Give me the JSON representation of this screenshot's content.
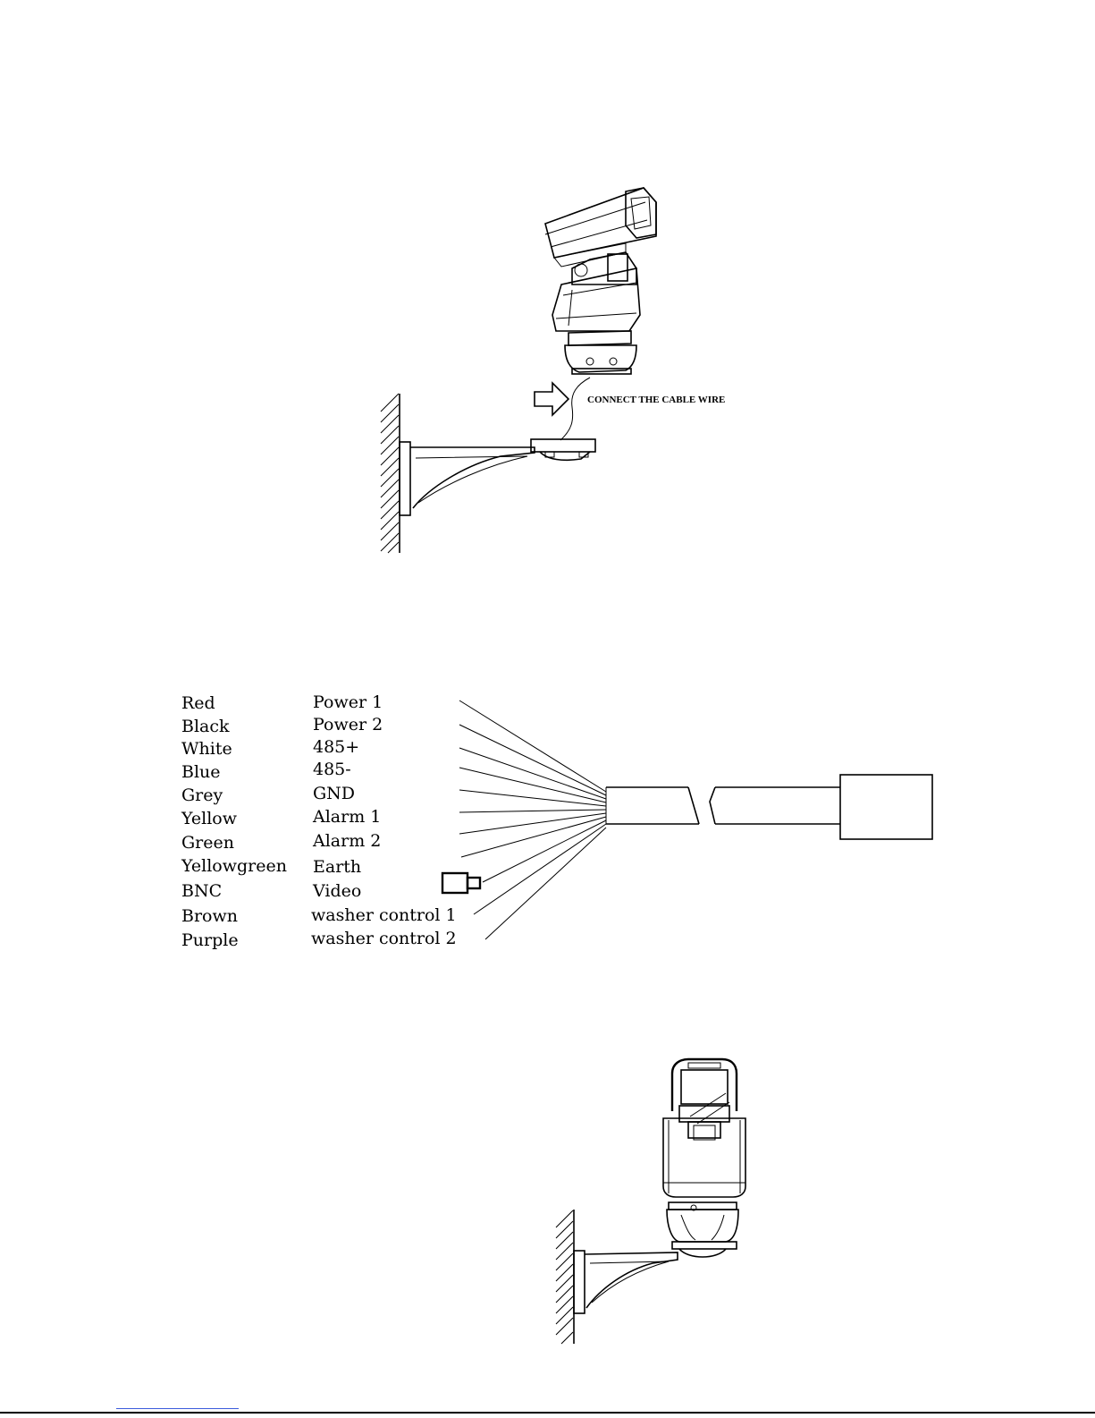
{
  "figure1": {
    "caption": "CONNECT THE CABLE WIRE"
  },
  "wiring": {
    "rows": [
      {
        "color": "Red",
        "function": "Power 1"
      },
      {
        "color": "Black",
        "function": "Power 2"
      },
      {
        "color": "White",
        "function": "485+"
      },
      {
        "color": "Blue",
        "function": "485-"
      },
      {
        "color": "Grey",
        "function": "GND"
      },
      {
        "color": "Yellow",
        "function": "Alarm 1"
      },
      {
        "color": "Green",
        "function": "Alarm 2"
      },
      {
        "color": "Yellowgreen",
        "function": "Earth"
      },
      {
        "color": "BNC",
        "function": "Video"
      },
      {
        "color": "Brown",
        "function": "washer control 1"
      },
      {
        "color": "Purple",
        "function": "washer control 2"
      }
    ]
  }
}
